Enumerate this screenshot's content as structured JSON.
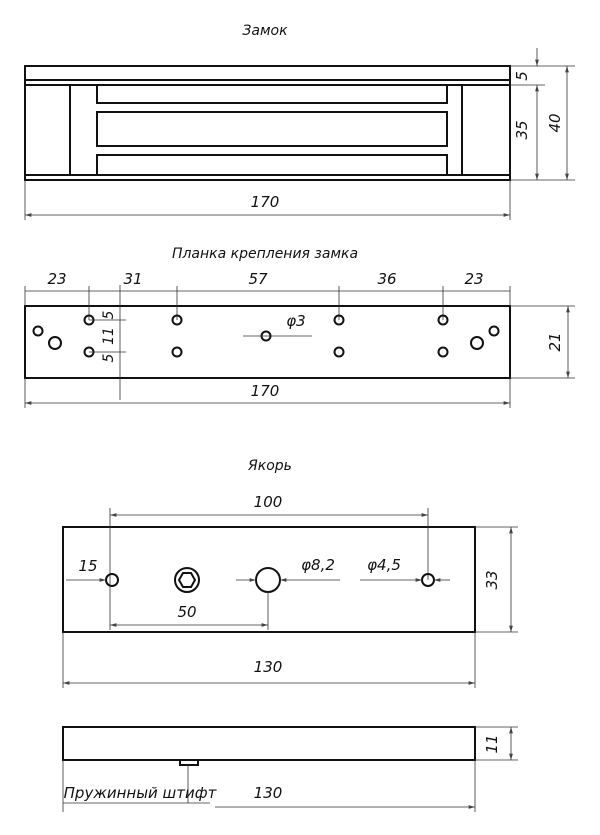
{
  "lock": {
    "title": "Замок",
    "dim_top": "5",
    "dim_inner": "35",
    "dim_height": "40",
    "dim_length": "170"
  },
  "plate": {
    "title": "Планка крепления замка",
    "dims_top": [
      "23",
      "31",
      "57",
      "36",
      "23"
    ],
    "dim_5a": "5",
    "dim_11": "11",
    "dim_5b": "5",
    "hole_dia": "φ3",
    "dim_height": "21",
    "dim_length": "170"
  },
  "anchor": {
    "title": "Якорь",
    "dim_100": "100",
    "dim_15": "15",
    "dia_large": "φ8,2",
    "dia_small": "φ4,5",
    "dim_50": "50",
    "dim_height": "33",
    "dim_length": "130"
  },
  "side": {
    "pin_label": "Пружинный штифт",
    "dim_height": "11",
    "dim_length": "130"
  }
}
